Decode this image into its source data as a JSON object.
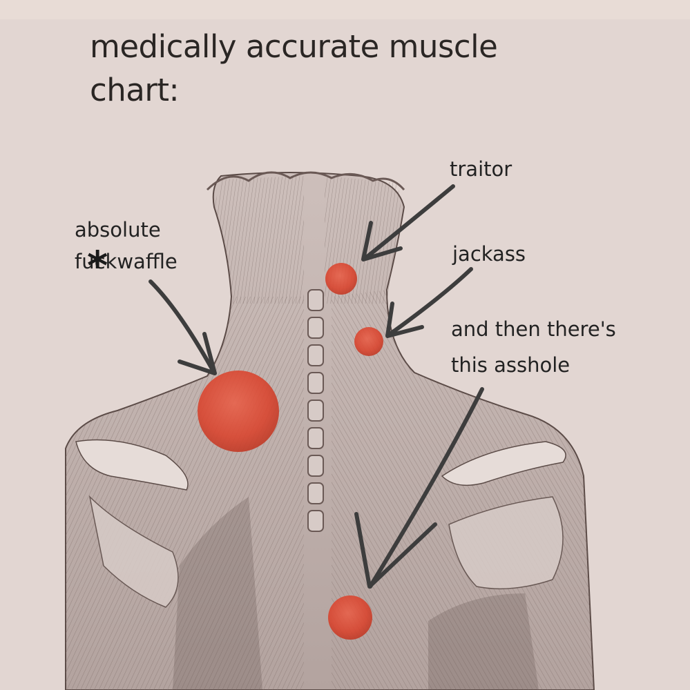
{
  "title": "medically accurate muscle chart:",
  "labels": {
    "absolute_line1": "absolute",
    "absolute_line2": "fuckwaffle",
    "traitor": "traitor",
    "jackass": "jackass",
    "asshole": "and then there's this asshole"
  },
  "censor_mark": "*",
  "colors": {
    "background": "#e2d6d2",
    "pain_spot": "#d9452f",
    "arrow": "#3d3d3d",
    "text": "#222222"
  }
}
